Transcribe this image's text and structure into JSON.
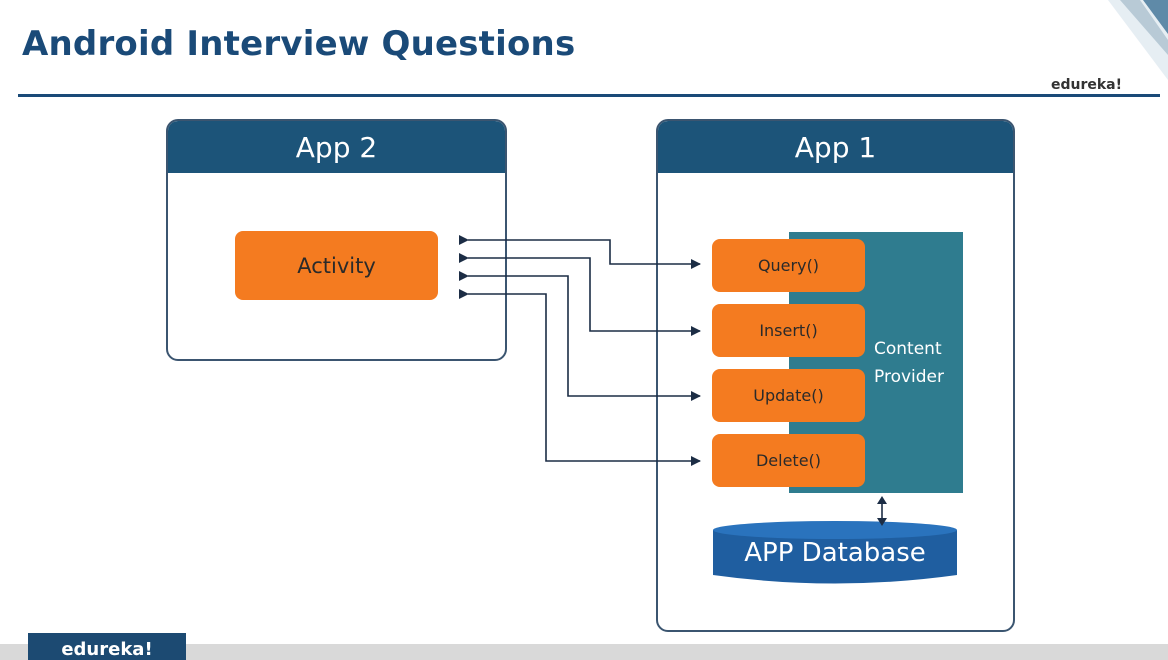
{
  "slide": {
    "title": "Android Interview Questions",
    "brand": "edureka!"
  },
  "diagram": {
    "app2": {
      "title": "App 2",
      "activity_label": "Activity"
    },
    "app1": {
      "title": "App 1",
      "content_provider_label": "Content Provider",
      "methods": [
        "Query()",
        "Insert()",
        "Update()",
        "Delete()"
      ],
      "database_label": "APP Database"
    }
  },
  "footer": {
    "brand": "edureka!"
  },
  "colors": {
    "navy": "#1a4a78",
    "header": "#1c5479",
    "orange": "#f47b20",
    "teal": "#2f7c8f",
    "database": "#1f5ea0"
  }
}
